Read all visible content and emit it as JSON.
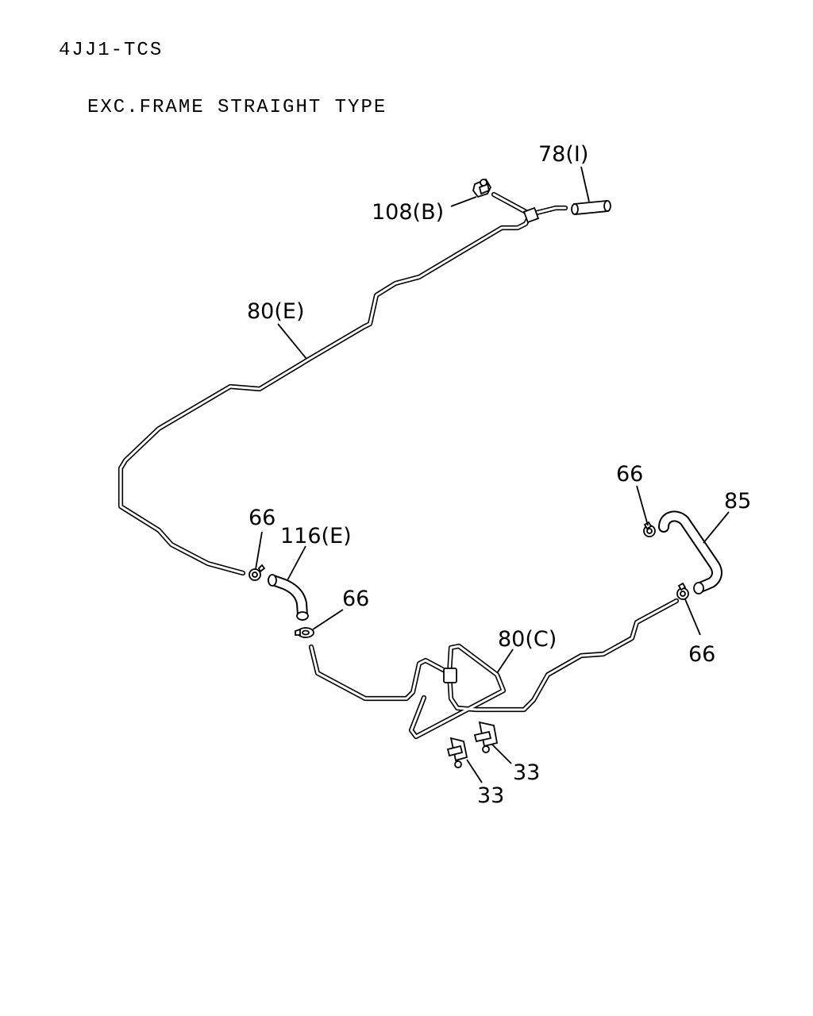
{
  "header": {
    "line1": "4JJ1-TCS",
    "line2": "EXC.FRAME STRAIGHT TYPE"
  },
  "callouts": {
    "c78": "78(I)",
    "c108": "108(B)",
    "c80e": "80(E)",
    "c66a": "66",
    "c116": "116(E)",
    "c66b": "66",
    "c80c": "80(C)",
    "c66c": "66",
    "c85": "85",
    "c66d": "66",
    "c33a": "33",
    "c33b": "33"
  }
}
